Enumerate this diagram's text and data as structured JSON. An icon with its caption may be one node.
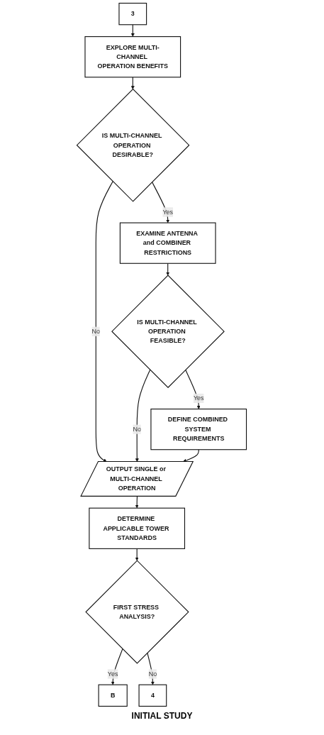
{
  "diagram": {
    "nodes": [
      {
        "text": [
          "3"
        ]
      },
      {
        "text": [
          "EXPLORE MULTI-CHANNEL OPERATION BENEFITS"
        ]
      },
      {
        "text": [
          "IS MULTI-CHANNEL OPERATION DESIRABLE?"
        ]
      },
      {
        "text": [
          "EXAMINE ANTENNA and COMBINER RESTRICTIONS"
        ]
      },
      {
        "text": [
          "IS MULTI-CHANNEL OPERATION FEASIBLE?"
        ]
      },
      {
        "text": [
          "DEFINE COMBINED SYSTEM REQUIREMENTS"
        ]
      },
      {
        "text": [
          "OUTPUT SINGLE or MULTI-CHANNEL OPERATION"
        ]
      },
      {
        "text": [
          "DETERMINE APPLICABLE TOWER STANDARDS"
        ]
      },
      {
        "text": [
          "FIRST STRESS ANALYSIS?"
        ]
      },
      {
        "text": [
          "B"
        ]
      },
      {
        "text": [
          "4"
        ]
      }
    ],
    "edges": [
      {
        "from": 0,
        "to": 1,
        "arrow": "to"
      },
      {
        "from": 1,
        "to": 2,
        "arrow": "to"
      },
      {
        "from": 2,
        "to": 3,
        "label": "Yes",
        "arrow": "to"
      },
      {
        "from": 2,
        "to": 6,
        "label": "No",
        "arrow": "to"
      },
      {
        "from": 3,
        "to": 4,
        "arrow": "to"
      },
      {
        "from": 4,
        "to": 5,
        "label": "Yes",
        "arrow": "to"
      },
      {
        "from": 4,
        "to": 6,
        "label": "No",
        "arrow": "to"
      },
      {
        "from": 5,
        "to": 6,
        "arrow": "to"
      },
      {
        "from": 6,
        "to": 7,
        "arrow": "to"
      },
      {
        "from": 7,
        "to": 8,
        "arrow": "to"
      },
      {
        "from": 8,
        "to": 9,
        "label": "Yes",
        "arrow": "to"
      },
      {
        "from": 8,
        "to": 10,
        "label": "No",
        "arrow": "to"
      }
    ],
    "labels": [
      "INITIAL STUDY"
    ]
  }
}
